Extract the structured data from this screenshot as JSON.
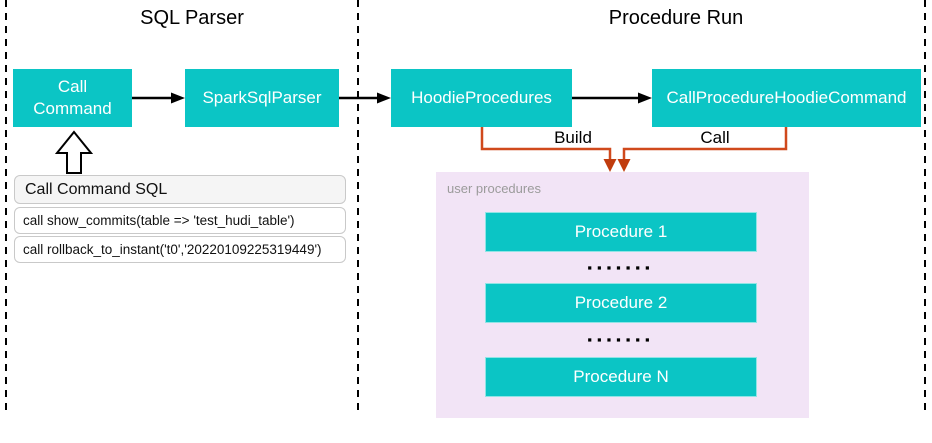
{
  "titles": {
    "left": "SQL Parser",
    "right": "Procedure Run"
  },
  "nodes": {
    "call_command": "Call Command",
    "spark_sql_parser": "SparkSqlParser",
    "hoodie_procedures": "HoodieProcedures",
    "call_procedure_hoodie_command": "CallProcedureHoodieCommand"
  },
  "edges": {
    "build_label": "Build",
    "call_label": "Call"
  },
  "sql_panel": {
    "header": "Call Command SQL",
    "rows": [
      "call show_commits(table => 'test_hudi_table')",
      "call rollback_to_instant('t0','20220109225319449')"
    ]
  },
  "user_procedures": {
    "label": "user procedures",
    "items": [
      "Procedure 1",
      "Procedure 2",
      "Procedure N"
    ],
    "ellipsis": "▪▪▪▪▪▪▪"
  },
  "colors": {
    "node_fill": "#0bc5c5",
    "connector_orange": "#d0491c",
    "arrowhead_orange": "#c03c0e",
    "panel_purple": "#f2e4f6",
    "label_gray": "#9b9b9b",
    "sql_header_fill": "#f5f5f5"
  }
}
